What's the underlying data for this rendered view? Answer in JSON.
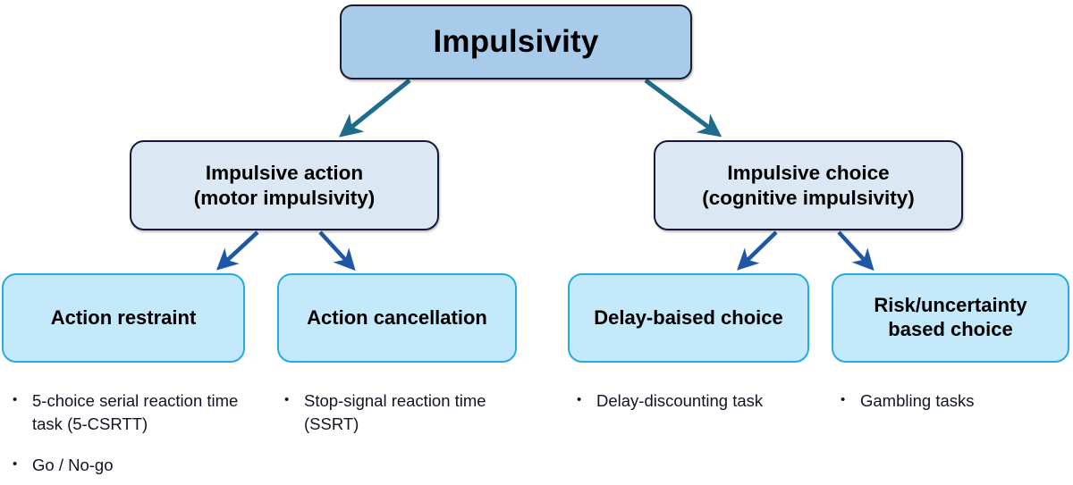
{
  "diagram": {
    "type": "hierarchy-flowchart",
    "root": {
      "label": "Impulsivity",
      "fill": "#a8cbea",
      "border": "#1c1c2e"
    },
    "level2": [
      {
        "line1": "Impulsive action",
        "line2": "(motor impulsivity)",
        "fill": "#dce7f4",
        "border": "#15183a"
      },
      {
        "line1": "Impulsive choice",
        "line2": "(cognitive  impulsivity)",
        "fill": "#dce7f4",
        "border": "#15183a"
      }
    ],
    "level3": [
      {
        "line1": "Action restraint",
        "line2": "",
        "fill": "#c3e9fb",
        "border": "#29a8e6"
      },
      {
        "line1": "Action cancellation",
        "line2": "",
        "fill": "#c3e9fb",
        "border": "#29a8e6"
      },
      {
        "line1": "Delay-baised choice",
        "line2": "",
        "fill": "#c3e9fb",
        "border": "#29a8e6"
      },
      {
        "line1": "Risk/uncertainty",
        "line2": "based choice",
        "fill": "#c3e9fb",
        "border": "#29a8e6"
      }
    ],
    "bullet_columns": [
      {
        "items": [
          "5-choice serial reaction time task (5-CSRTT)",
          "Go / No-go"
        ]
      },
      {
        "items": [
          "Stop-signal reaction time (SSRT)"
        ]
      },
      {
        "items": [
          "Delay-discounting task"
        ]
      },
      {
        "items": [
          "Gambling tasks"
        ]
      }
    ],
    "bullet_marker": "•",
    "arrow_colors": {
      "upper": "#1f6b8c",
      "lower": "#1f57a4"
    }
  }
}
